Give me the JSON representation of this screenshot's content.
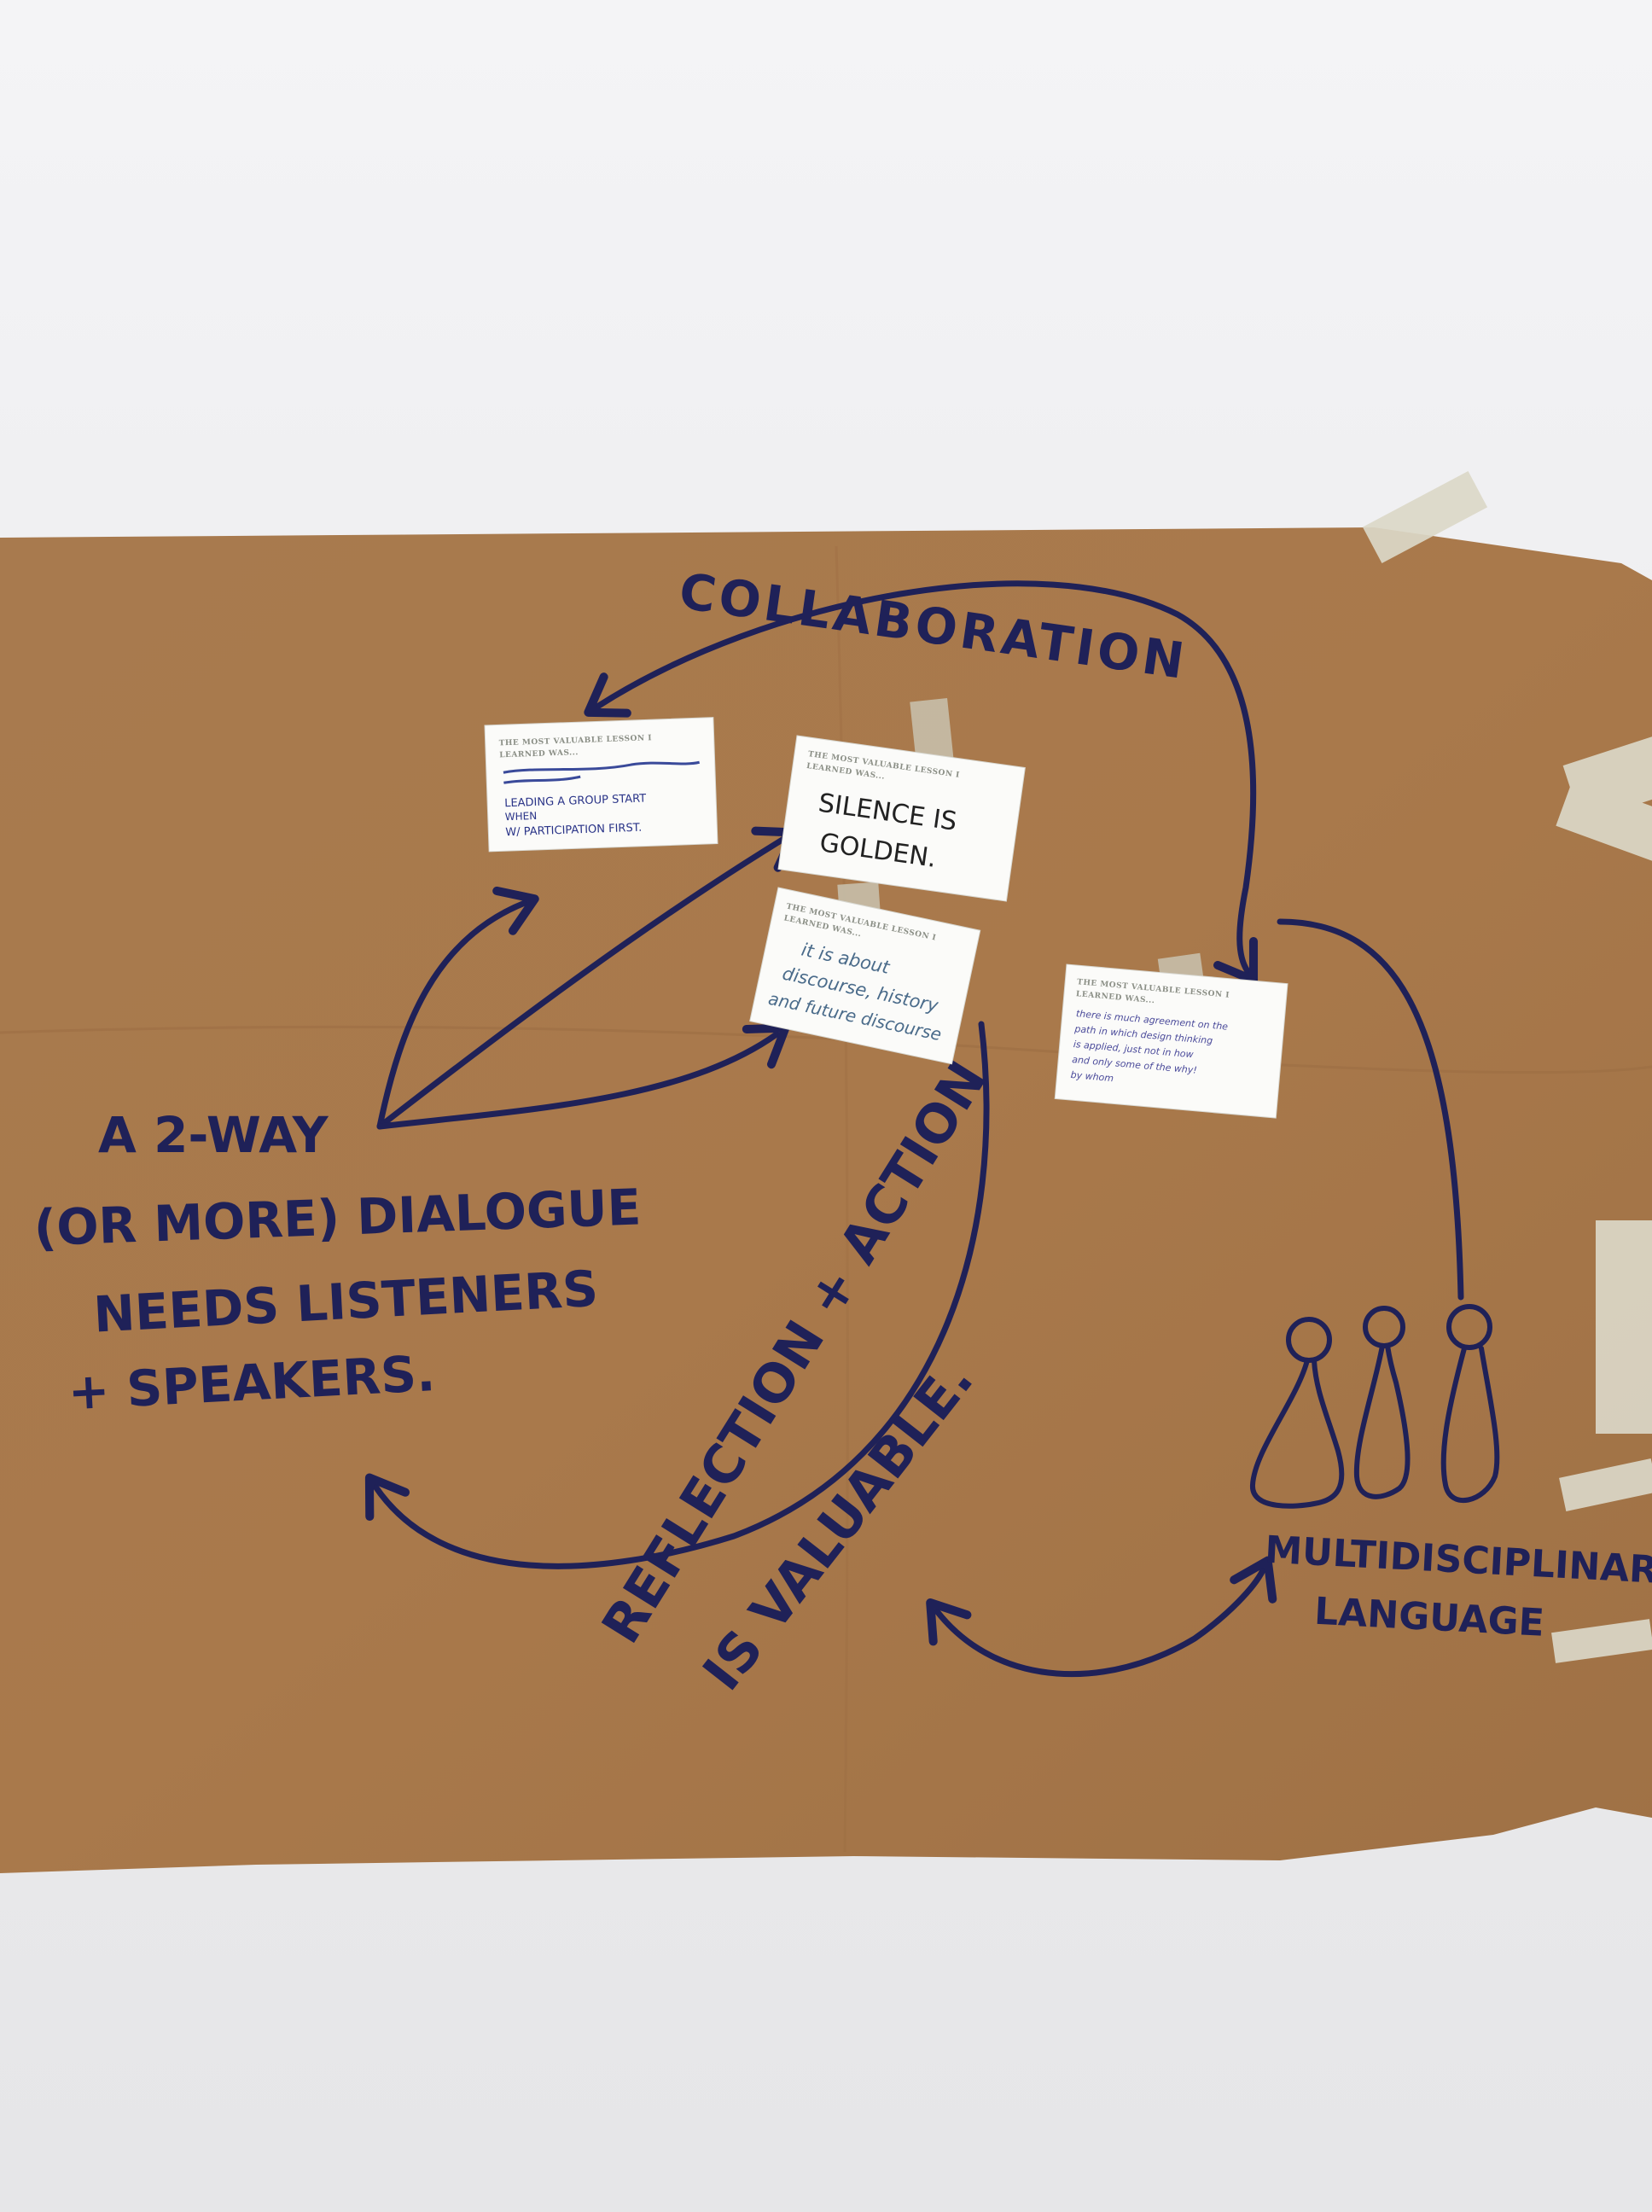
{
  "photo": {
    "labels": {
      "collaboration": "COLLABORATION",
      "dialogue_lines": [
        "A 2-WAY",
        "(OR MORE) DIALOGUE",
        "NEEDS LISTENERS",
        "+ SPEAKERS."
      ],
      "reflection_lines": [
        "REFLECTION + ACTION",
        "IS VALUABLE."
      ],
      "multidisciplinary_lines": [
        "MULTIDISCIPLINARY",
        "LANGUAGE"
      ]
    },
    "cards": [
      {
        "header": [
          "THE MOST VALUABLE LESSON I",
          "LEARNED WAS..."
        ],
        "lines": [
          "LEADING A GROUP START",
          "WHEN",
          "W/ PARTICIPATION FIRST."
        ]
      },
      {
        "header": [
          "THE MOST VALUABLE LESSON I",
          "LEARNED WAS..."
        ],
        "lines": [
          "SILENCE IS",
          "GOLDEN."
        ]
      },
      {
        "header": [
          "THE MOST VALUABLE LESSON I",
          "LEARNED WAS..."
        ],
        "lines": [
          "it is about",
          "discourse, history",
          "and future discourse"
        ]
      },
      {
        "header": [
          "THE MOST VALUABLE LESSON I",
          "LEARNED WAS..."
        ],
        "lines": [
          "there is much agreement on the",
          "path in which design thinking",
          "is applied, just not in how",
          "and only some of the why!",
          "by whom"
        ]
      }
    ],
    "colors": {
      "paper": "#a97a4d",
      "ink": "#1f2158",
      "wall": "#ececee",
      "tape": "#d9d6c8"
    }
  }
}
